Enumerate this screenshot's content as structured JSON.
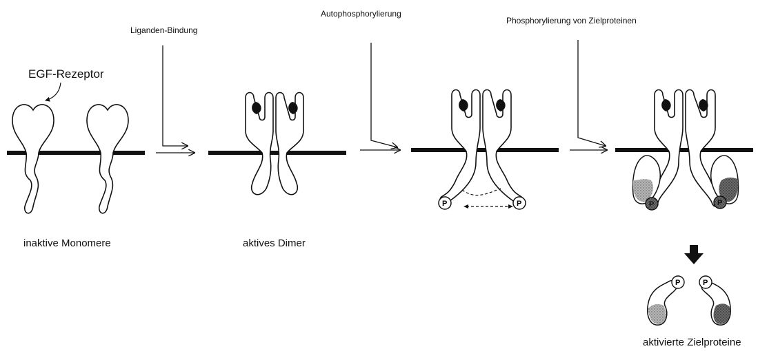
{
  "steps": {
    "ligand_binding": "Liganden-Bindung",
    "autophosphorylation": "Autophosphorylierung",
    "target_phosphorylation": "Phosphorylierung von Zielproteinen"
  },
  "labels": {
    "receptor": "EGF-Rezeptor",
    "inactive": "inaktive Monomere",
    "active_dimer": "aktives Dimer",
    "activated_targets": "aktivierte Zielproteine"
  },
  "phosphate": "P",
  "colors": {
    "ink": "#111111",
    "shade_light": "#9a9a9a",
    "shade_dark": "#555555"
  }
}
